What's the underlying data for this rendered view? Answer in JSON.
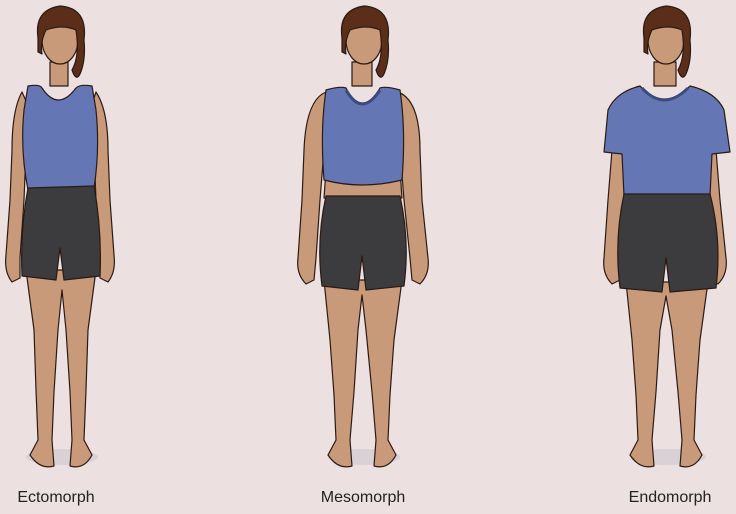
{
  "figures": [
    {
      "id": "ectomorph",
      "label": "Ectomorph"
    },
    {
      "id": "mesomorph",
      "label": "Mesomorph"
    },
    {
      "id": "endomorph",
      "label": "Endomorph"
    }
  ],
  "colors": {
    "background": "#ece0e0",
    "skin": "#c99a7a",
    "skin_shade": "#a8775a",
    "hair": "#5a2e18",
    "top": "#6477b4",
    "top_trim": "#3d4a7e",
    "shorts": "#3c3b3d",
    "outline": "#2a1a14",
    "floor_shadow": "#d9d1d6"
  }
}
